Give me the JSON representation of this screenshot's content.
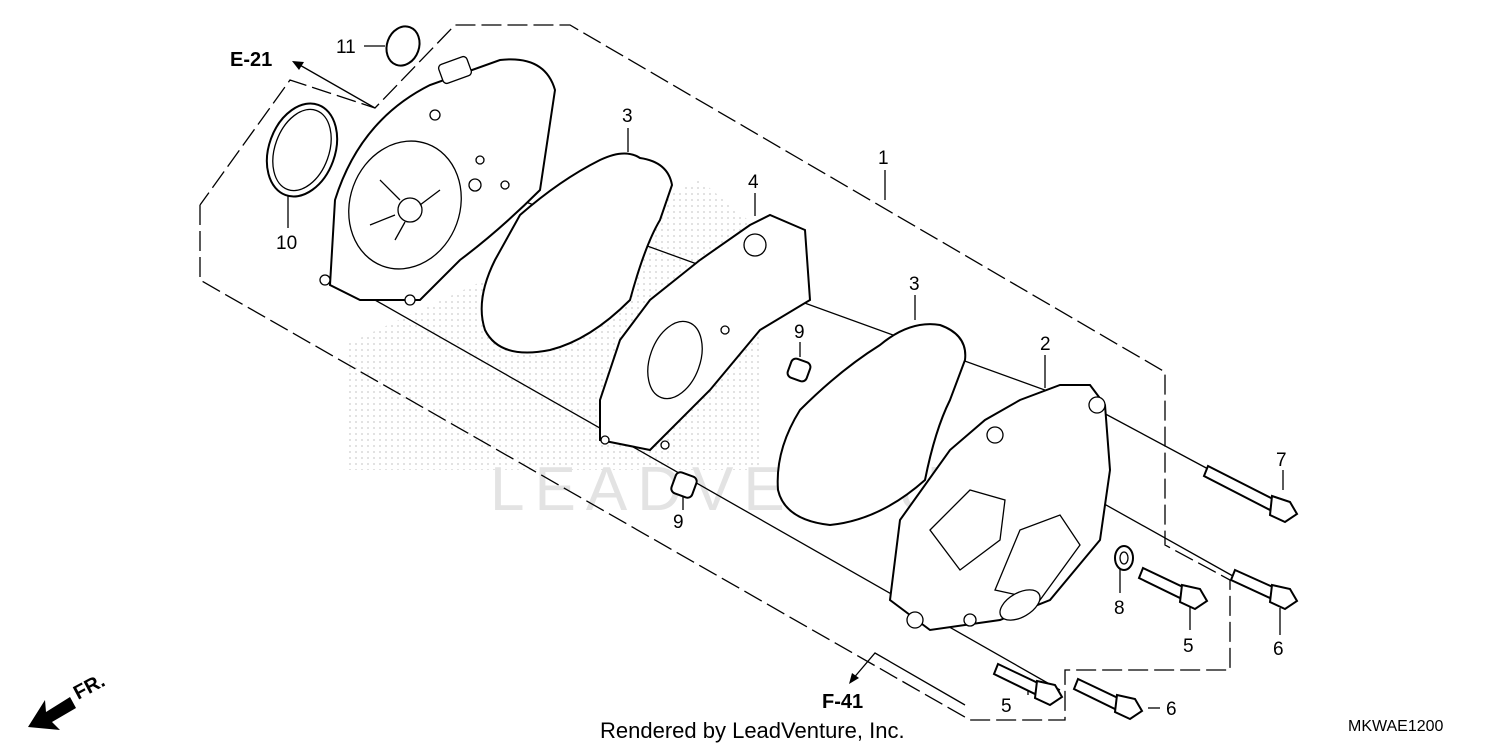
{
  "callouts": {
    "c1": "1",
    "c2": "2",
    "c3a": "3",
    "c3b": "3",
    "c4": "4",
    "c5a": "5",
    "c5b": "5",
    "c6a": "6",
    "c6b": "6",
    "c7": "7",
    "c8": "8",
    "c9a": "9",
    "c9b": "9",
    "c10": "10",
    "c11": "11"
  },
  "references": {
    "e21": "E-21",
    "f41": "F-41"
  },
  "direction": {
    "label": "FR."
  },
  "footer": {
    "credit": "Rendered by LeadVenture, Inc.",
    "code": "MKWAE1200"
  },
  "watermark": {
    "text": "LEADVENTURE"
  }
}
